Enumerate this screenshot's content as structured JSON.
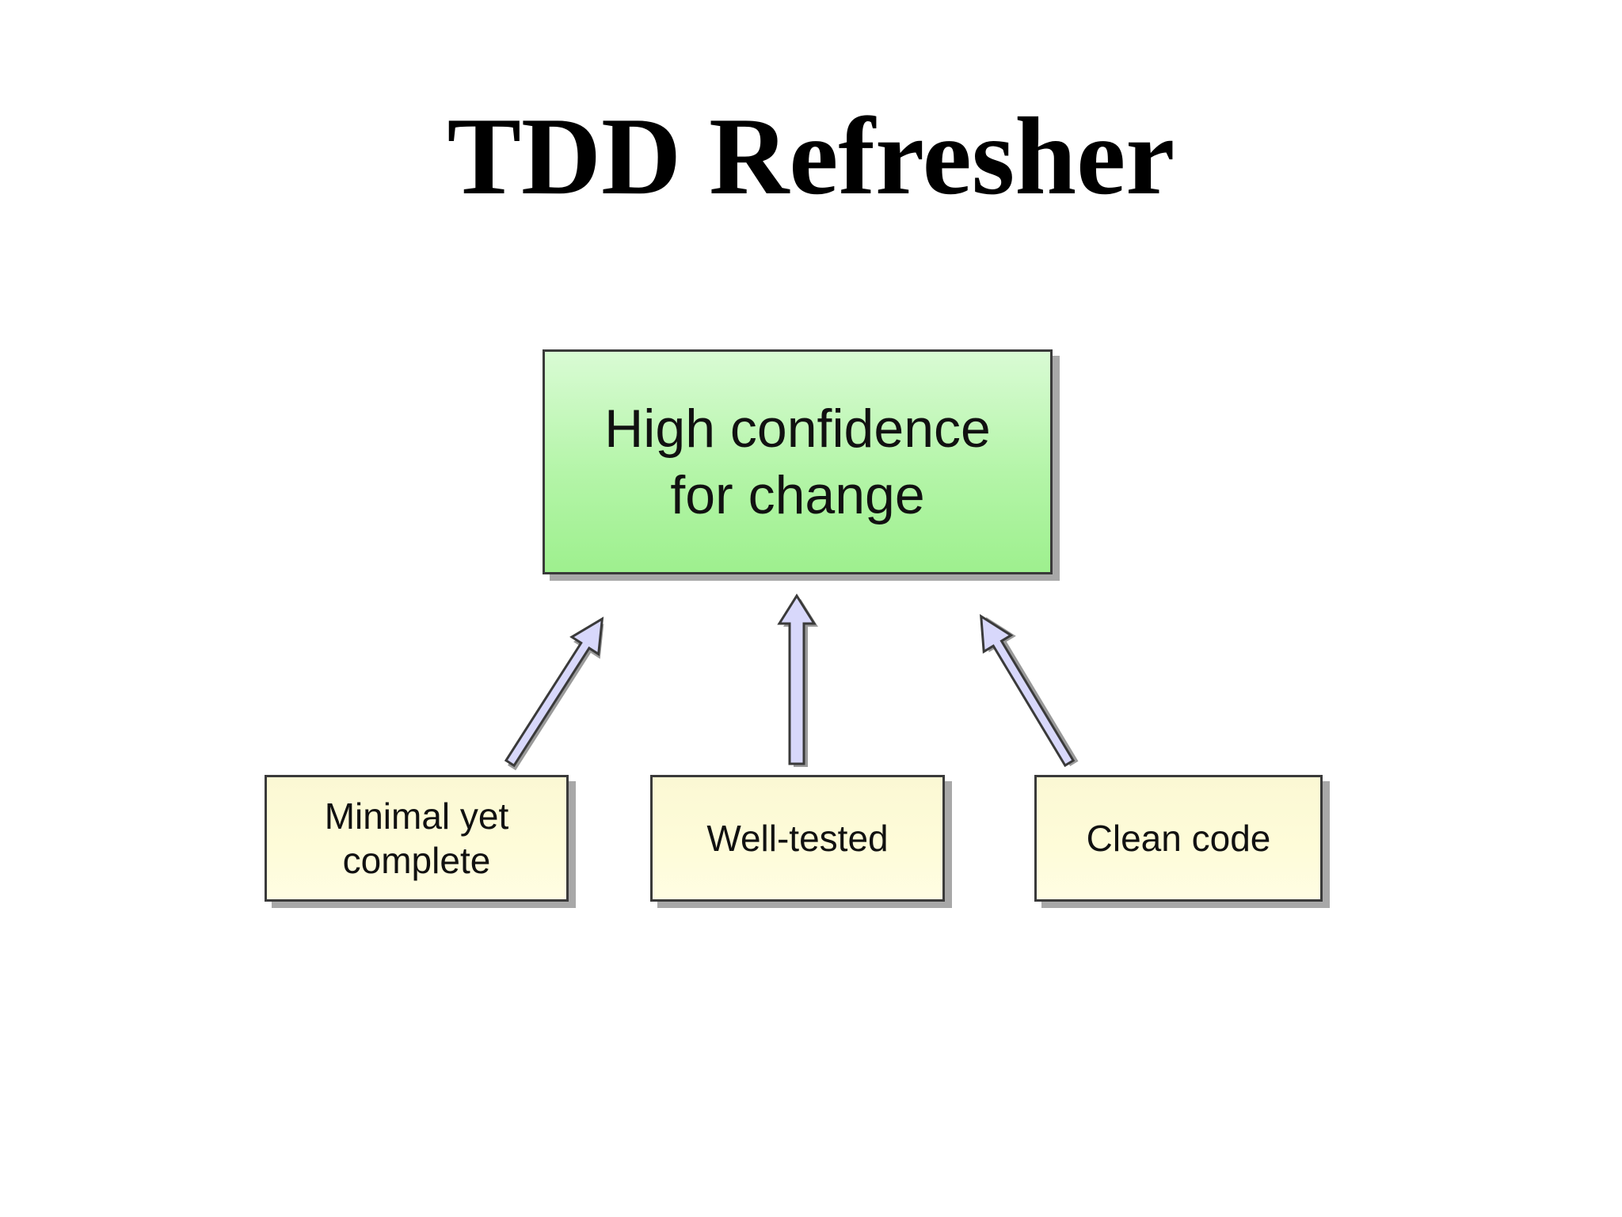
{
  "title": "TDD Refresher",
  "diagram": {
    "top_box": {
      "label": "High confidence\nfor change"
    },
    "bottom_boxes": [
      {
        "label": "Minimal yet\ncomplete"
      },
      {
        "label": "Well-tested"
      },
      {
        "label": "Clean code"
      }
    ],
    "colors": {
      "top_box_fill": "#b4f5a8",
      "bottom_box_fill": "#fefcd9",
      "arrow_fill": "#d8d8fb",
      "arrow_stroke": "#3a3a3a"
    }
  }
}
